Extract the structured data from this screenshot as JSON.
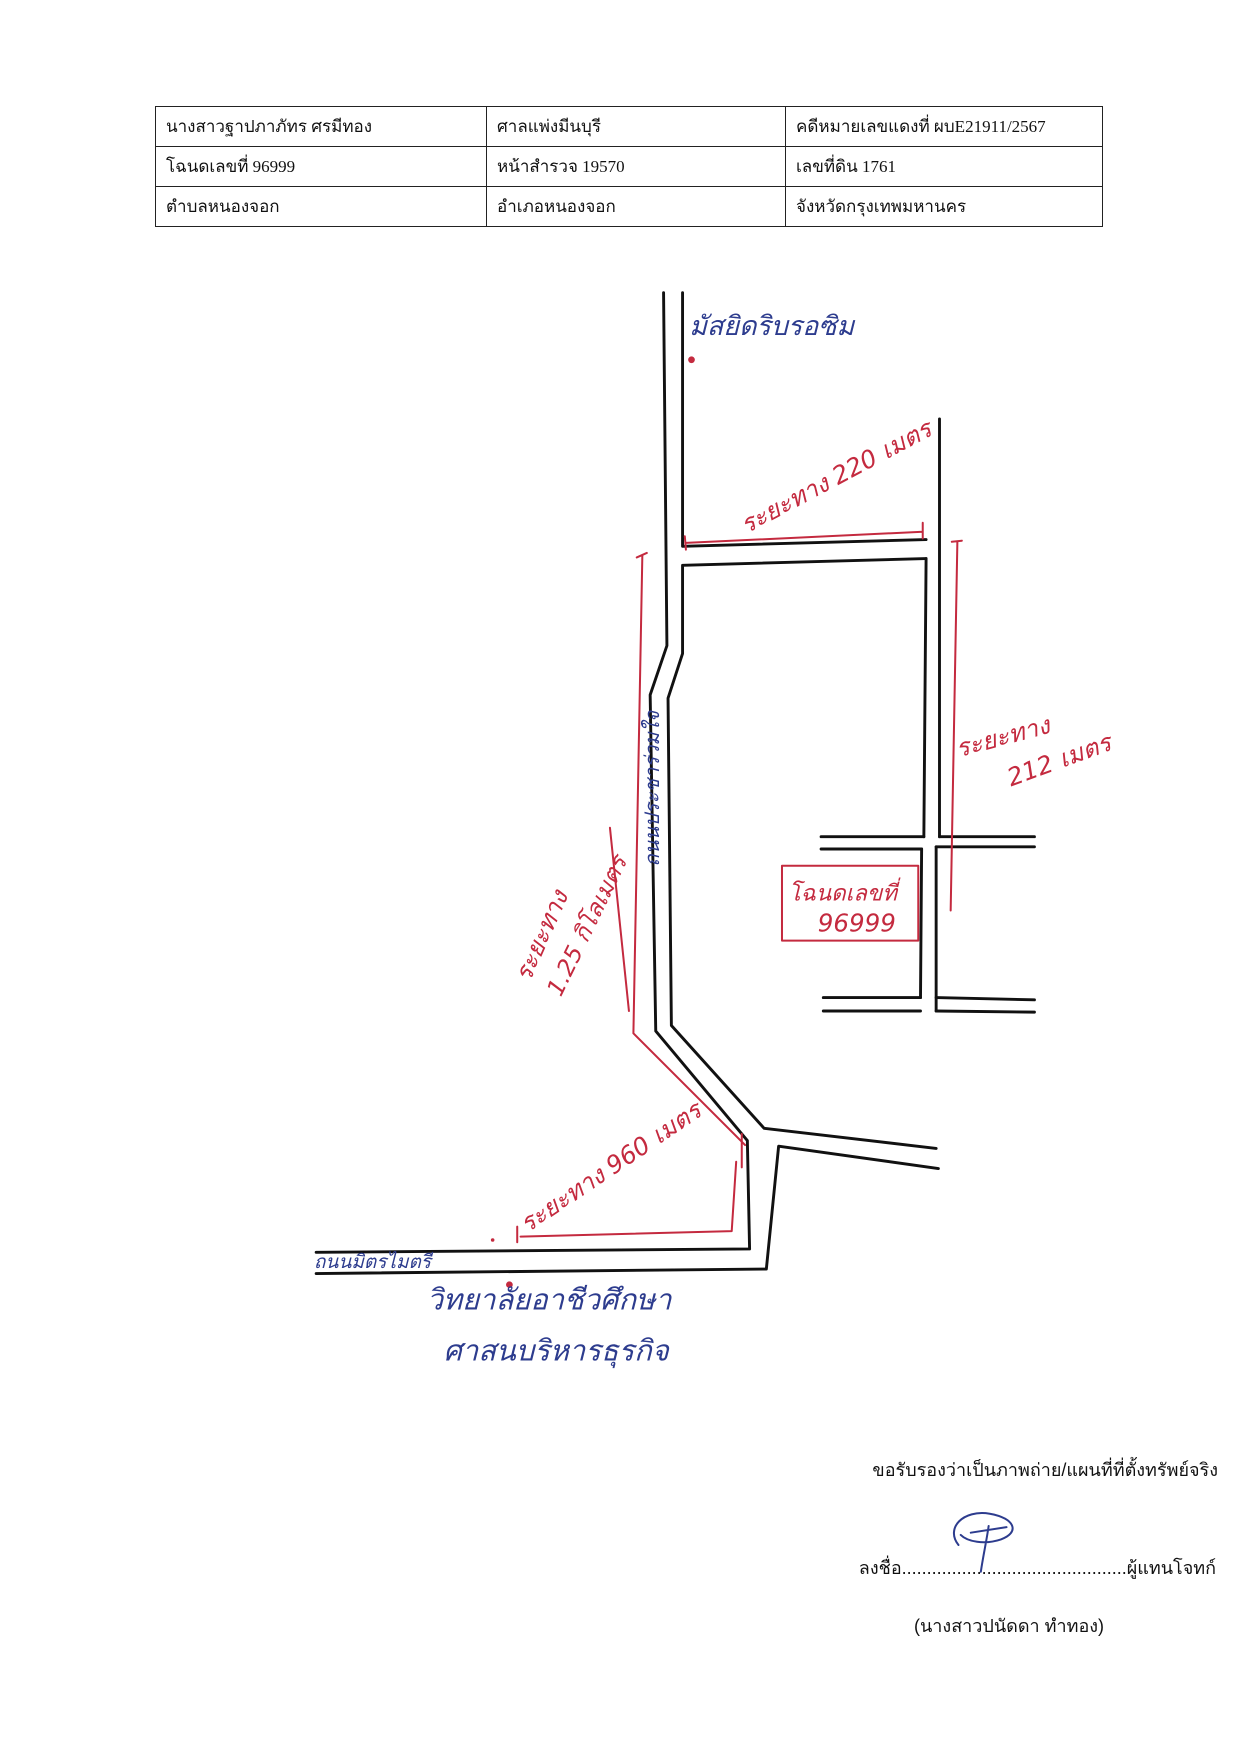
{
  "table": {
    "rows": [
      [
        "นางสาวฐาปภาภัทร ศรมีทอง",
        "ศาลแพ่งมีนบุรี",
        "คดีหมายเลขแดงที่ ผบE21911/2567"
      ],
      [
        "โฉนดเลขที่ 96999",
        "หน้าสำรวจ 19570",
        "เลขที่ดิน 1761"
      ],
      [
        "ตำบลหนองจอก",
        "อำเภอหนองจอก",
        "จังหวัดกรุงเทพมหานคร"
      ]
    ]
  },
  "map": {
    "labels": {
      "mosque": "มัสยิดริบรอซิม",
      "road_main": "ถนนประชาร่วมใจ",
      "road_bottom": "ถนนมิตรไมตรี",
      "college_line1": "วิทยาลัยอาชีวศึกษา",
      "college_line2": "ศาสนบริหารธุรกิจ",
      "deed_line1": "โฉนดเลขที่",
      "deed_line2": "96999"
    },
    "distances": {
      "top": "ระยะทาง 220 เมตร",
      "right_line1": "ระยะทาง",
      "right_line2": "212 เมตร",
      "left_line1": "ระยะทาง",
      "left_line2": "1.25 กิโลเมตร",
      "bottom": "ระยะทาง 960 เมตร"
    },
    "colors": {
      "ink_blue": "#2d3c8e",
      "ink_red": "#c42a3f",
      "road": "#111111"
    }
  },
  "certification": {
    "statement": "ขอรับรองว่าเป็นภาพถ่าย/แผนที่ที่ตั้งทรัพย์จริง",
    "sign_prefix": "ลงชื่อ",
    "sign_dots": ".............................................",
    "sign_role": "ผู้แทนโจทก์",
    "name": "(นางสาวปนัดดา ทำทอง)"
  }
}
